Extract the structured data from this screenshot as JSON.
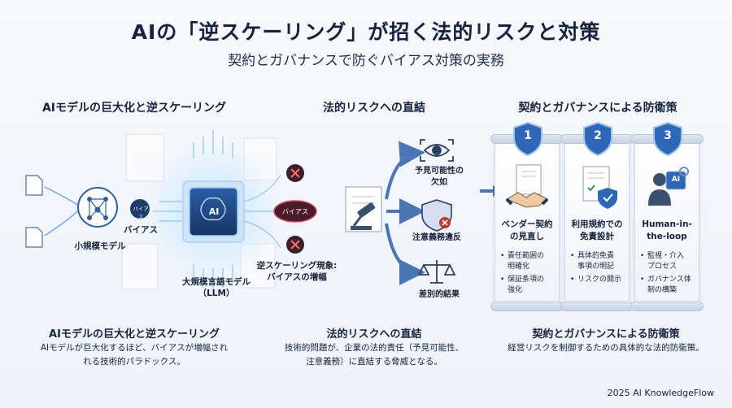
{
  "title": "AIの「逆スケーリング」が招く法的リスクと対策",
  "subtitle": "契約とガバナンスで防ぐバイアス対策の実務",
  "sections": {
    "left_heading": "AIモデルの巨大化と逆スケーリング",
    "middle_heading": "法的リスクへの直結",
    "right_heading": "契約とガバナンスによる防衛策"
  },
  "left_diagram": {
    "small_model_label": "小規模モデル",
    "bias_badge": "バイアス",
    "bias_label": "バイアス",
    "llm_chip": "AI",
    "llm_label": "大規模言語モデル\n（LLM）",
    "bias_output": "バイアス",
    "inverse_label": "逆スケーリング現象:\nバイアスの増幅"
  },
  "middle_diagram": {
    "risks": [
      {
        "label": "予見可能性の\n欠如",
        "icon": "eye-icon"
      },
      {
        "label": "注意義務違反",
        "icon": "shield-x-icon"
      },
      {
        "label": "差別的結果",
        "icon": "scales-icon"
      }
    ]
  },
  "cards": [
    {
      "number": "1",
      "title": "ベンダー契約\nの見直し",
      "items": [
        "責任範囲の\n明確化",
        "保証条項の\n強化"
      ],
      "icon": "handshake-icon"
    },
    {
      "number": "2",
      "title": "利用規約での\n免責設計",
      "items": [
        "具体的免責\n事項の明記",
        "リスクの開示"
      ],
      "icon": "document-check-icon"
    },
    {
      "number": "3",
      "title": "Human-in-\nthe-loop",
      "items": [
        "監視・介入\nプロセス",
        "ガバナンス体\n制の構築"
      ],
      "icon": "human-ai-icon"
    }
  ],
  "bottom": {
    "left_heading": "AIモデルの巨大化と逆スケーリング",
    "left_text": "AIモデルが巨大化するほど、バイアスが増幅され\nれる技術的パラドックス。",
    "middle_heading": "法的リスクへの直結",
    "middle_text": "技術的問題が、企業の法的責任（予見可能性、\n注意義務）に直結する脅威となる。",
    "right_heading": "契約とガバナンスによる防衛策",
    "right_text": "経営リスクを制御するための具体的な法的防衛策。"
  },
  "footer": "2025 AI KnowledgeFlow",
  "colors": {
    "navy": "#1c3a66",
    "accent": "#2f6fd6",
    "glow": "#8fd0ff",
    "danger": "#c0392b"
  }
}
